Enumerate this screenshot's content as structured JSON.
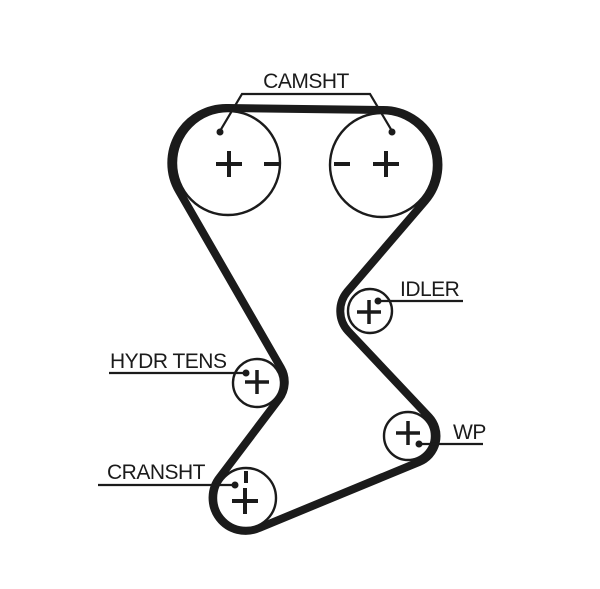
{
  "canvas": {
    "background": "#ffffff",
    "ink": "#1b1b1b"
  },
  "labels": {
    "camshaft": "CAMSHT",
    "idler": "IDLER",
    "hydraulic_tensioner": "HYDR TENS",
    "crankshaft": "CRANSHT",
    "water_pump": "WP"
  },
  "pulleys": [
    {
      "id": "camshaft-left",
      "marks": [
        "+",
        "-"
      ]
    },
    {
      "id": "camshaft-right",
      "marks": [
        "-",
        "+"
      ]
    },
    {
      "id": "idler",
      "marks": [
        "+"
      ]
    },
    {
      "id": "hydraulic-tensioner",
      "marks": [
        "+"
      ]
    },
    {
      "id": "water-pump",
      "marks": [
        "+"
      ]
    },
    {
      "id": "crankshaft",
      "marks": [
        "+",
        "timing-notch"
      ]
    }
  ],
  "belt_route": [
    "crankshaft",
    "hydraulic-tensioner",
    "camshaft-left",
    "camshaft-right",
    "idler",
    "water-pump"
  ]
}
